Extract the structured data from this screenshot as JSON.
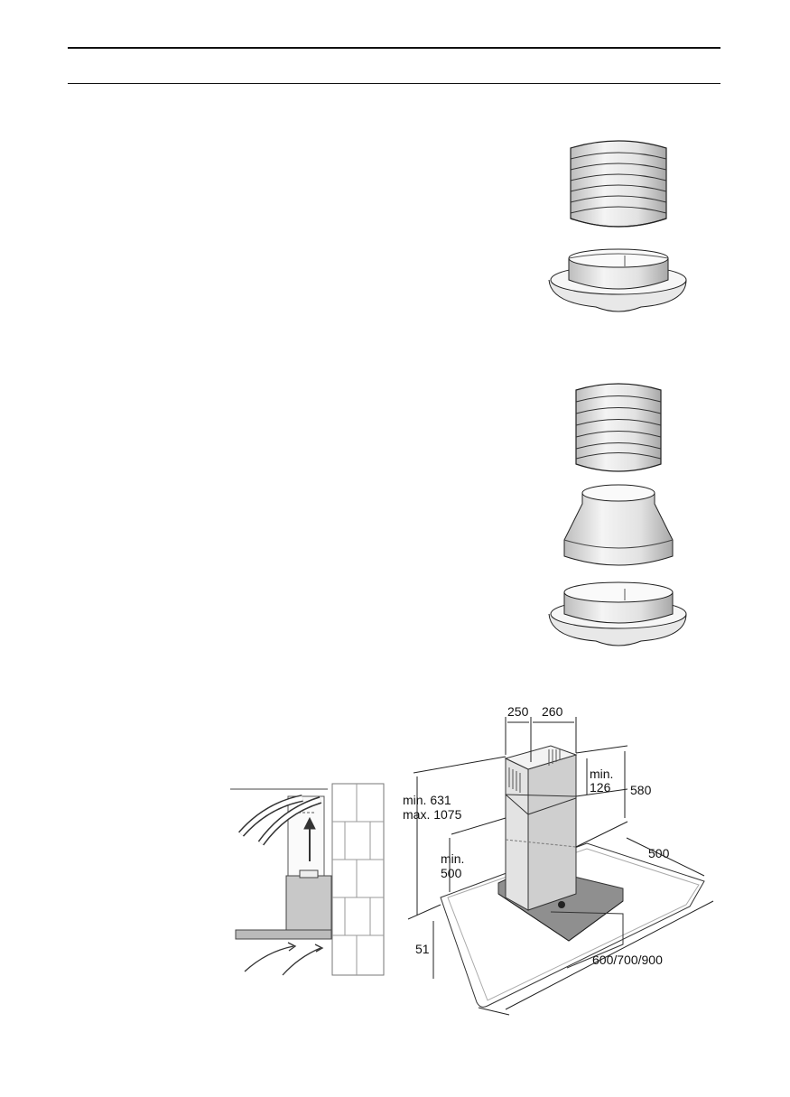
{
  "page": {
    "header_rules": 2
  },
  "figures": {
    "fig1": {
      "parts": [
        "flexible-duct",
        "duct-connector-ring"
      ]
    },
    "fig2": {
      "parts": [
        "flexible-duct",
        "reducer-cone",
        "duct-connector-ring"
      ]
    },
    "airflow": {
      "parts": [
        "chimney-hood",
        "wall",
        "airflow-arrows"
      ]
    }
  },
  "dimensions": {
    "chimney_depth": "250",
    "chimney_width": "260",
    "min_126_a": "min.",
    "min_126_b": "126",
    "height_580": "580",
    "min_631": "min. 631",
    "max_1075": "max. 1075",
    "min_500_a": "min.",
    "min_500_b": "500",
    "depth_500": "500",
    "glass_51": "51",
    "width_options": "600/700/900"
  }
}
